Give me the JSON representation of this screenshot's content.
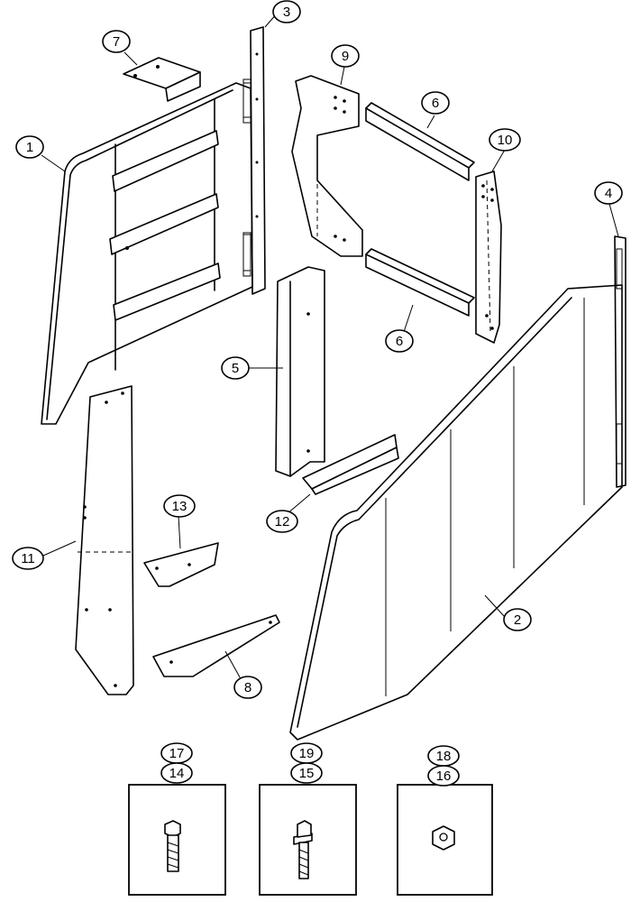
{
  "callouts": [
    {
      "id": "c1",
      "label": "1"
    },
    {
      "id": "c2",
      "label": "2"
    },
    {
      "id": "c3",
      "label": "3"
    },
    {
      "id": "c4",
      "label": "4"
    },
    {
      "id": "c5",
      "label": "5"
    },
    {
      "id": "c6a",
      "label": "6"
    },
    {
      "id": "c6b",
      "label": "6"
    },
    {
      "id": "c7",
      "label": "7"
    },
    {
      "id": "c8",
      "label": "8"
    },
    {
      "id": "c9",
      "label": "9"
    },
    {
      "id": "c10",
      "label": "10"
    },
    {
      "id": "c11",
      "label": "11"
    },
    {
      "id": "c12",
      "label": "12"
    },
    {
      "id": "c13",
      "label": "13"
    },
    {
      "id": "c14",
      "label": "14"
    },
    {
      "id": "c15",
      "label": "15"
    },
    {
      "id": "c16",
      "label": "16"
    },
    {
      "id": "c17",
      "label": "17"
    },
    {
      "id": "c18",
      "label": "18"
    },
    {
      "id": "c19",
      "label": "19"
    }
  ],
  "hardware_boxes": [
    {
      "id": "box-1",
      "part": "hex-bolt-icon"
    },
    {
      "id": "box-2",
      "part": "flange-bolt-icon"
    },
    {
      "id": "box-3",
      "part": "hex-nut-icon"
    }
  ]
}
